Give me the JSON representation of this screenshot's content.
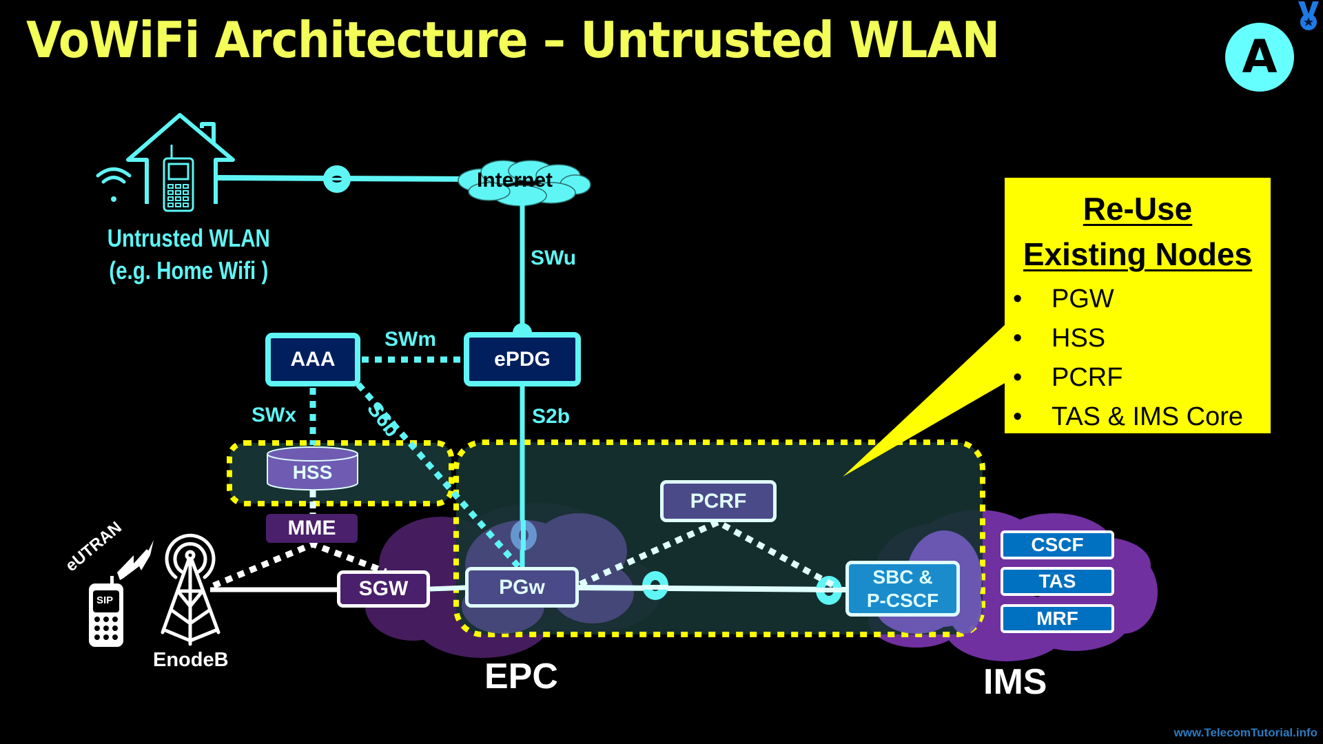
{
  "title": "VoWiFi Architecture – Untrusted WLAN",
  "badge": "A",
  "wlan": {
    "line1": "Untrusted WLAN",
    "line2": "(e.g. Home Wifi )"
  },
  "cloud_internet": "Internet",
  "interfaces": {
    "swu": "SWu",
    "swm": "SWm",
    "swx": "SWx",
    "s6b": "S6b",
    "s2b": "S2b"
  },
  "nodes": {
    "aaa": "AAA",
    "epdg": "ePDG",
    "hss": "HSS",
    "mme": "MME",
    "sgw": "SGW",
    "pgw": "PGw",
    "pcrf": "PCRF",
    "sbc_line1": "SBC &",
    "sbc_line2": "P-CSCF",
    "cscf": "CSCF",
    "tas": "TAS",
    "mrf": "MRF"
  },
  "ran": {
    "eutran": "eUTRAN",
    "phone_label": "SIP",
    "enodeb": "EnodeB"
  },
  "domains": {
    "epc": "EPC",
    "ims": "IMS"
  },
  "callout": {
    "heading1": "Re-Use",
    "heading2": "Existing Nodes",
    "items": [
      "PGW",
      "HSS",
      "PCRF",
      "TAS & IMS Core"
    ]
  },
  "footer": "www.TelecomTutorial.info",
  "colors": {
    "title": "#f3ff58",
    "cyan": "#5ff5f5",
    "navy": "#001f5c",
    "region_fill": "#163232",
    "dashed_yellow": "#ffff00",
    "purple_dark": "#451d5e",
    "purple_ims": "#7030a0",
    "node_blue": "#0070c0"
  }
}
